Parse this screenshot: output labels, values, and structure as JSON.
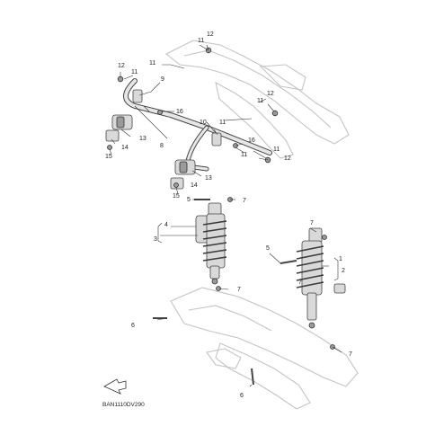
{
  "diagram": {
    "code": "BAN1110DV290",
    "callouts": {
      "c1": "1",
      "c2": "2",
      "c3": "3",
      "c4": "4",
      "c5a": "5",
      "c5b": "5",
      "c6a": "6",
      "c6b": "6",
      "c7a": "7",
      "c7b": "7",
      "c7c": "7",
      "c7d": "7",
      "c7e": "7",
      "c8": "8",
      "c9": "9",
      "c10": "10",
      "c11a": "11",
      "c11b": "11",
      "c11c": "11",
      "c11d": "11",
      "c11e": "11",
      "c11f": "11",
      "c11g": "11",
      "c12a": "12",
      "c12b": "12",
      "c12c": "12",
      "c12d": "12",
      "c13a": "13",
      "c13b": "13",
      "c14a": "14",
      "c14b": "14",
      "c15a": "15",
      "c15b": "15",
      "c16a": "16",
      "c16b": "16"
    },
    "colors": {
      "frame": "#c4c4c4",
      "ink": "#222222",
      "part": "#d9d9d9"
    },
    "icons": {
      "direction_arrow": "forward-arrow-icon"
    }
  }
}
